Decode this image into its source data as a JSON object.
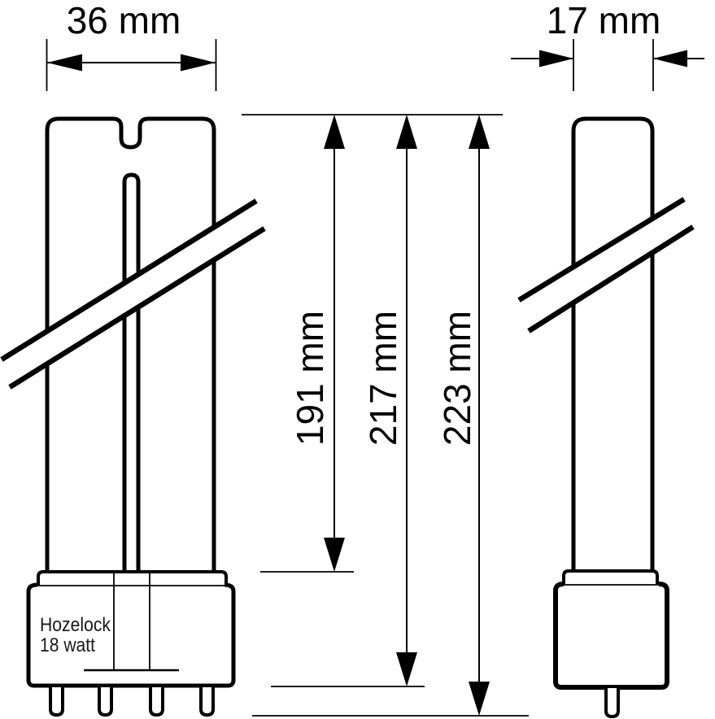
{
  "diagram": {
    "description": "Technical dimension drawing of a Hozelock 18 watt twin-tube UV lamp, front view (4 pins) and side view (1 pin), with break symbols across the tubes",
    "background_color": "#ffffff",
    "line_color": "#000000",
    "dimensions": {
      "front_width": "36 mm",
      "side_width": "17 mm",
      "tube_length": "191 mm",
      "length_to_base_bottom": "217 mm",
      "overall_length": "223 mm"
    },
    "lamp_label": {
      "line1": "Hozelock",
      "line2": "18 watt"
    }
  }
}
